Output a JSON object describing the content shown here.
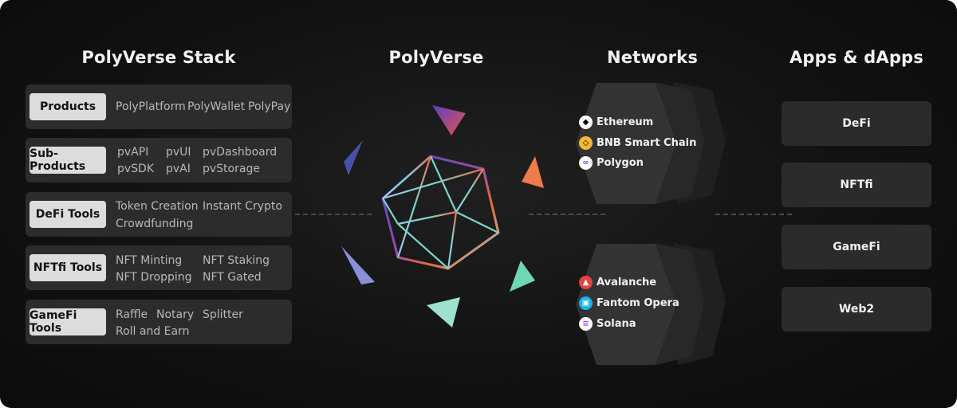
{
  "titles": {
    "stack": "PolyVerse Stack",
    "center": "PolyVerse",
    "networks": "Networks",
    "apps": "Apps & dApps"
  },
  "stack": [
    {
      "tag": "Products",
      "items": [
        "PolyPlatform",
        "PolyWallet",
        "PolyPay"
      ]
    },
    {
      "tag": "Sub-Products",
      "items": [
        "pvAPI",
        "pvUI",
        "pvDashboard",
        "pvSDK",
        "pvAI",
        "pvStorage"
      ]
    },
    {
      "tag": "DeFi Tools",
      "items": [
        "Token Creation",
        "Instant Crypto",
        "Crowdfunding"
      ]
    },
    {
      "tag": "NFTfi Tools",
      "items": [
        "NFT Minting",
        "NFT Staking",
        "NFT Dropping",
        "NFT Gated"
      ]
    },
    {
      "tag": "GameFi Tools",
      "items": [
        "Raffle",
        "Notary",
        "Splitter",
        "Roll and Earn"
      ]
    }
  ],
  "networks": {
    "group1": [
      {
        "name": "Ethereum",
        "icon": "ethereum-icon",
        "color": "#ffffff"
      },
      {
        "name": "BNB Smart Chain",
        "icon": "bnb-icon",
        "color": "#f3ba2f"
      },
      {
        "name": "Polygon",
        "icon": "polygon-icon",
        "color": "#ffffff"
      }
    ],
    "group2": [
      {
        "name": "Avalanche",
        "icon": "avalanche-icon",
        "color": "#e84142"
      },
      {
        "name": "Fantom Opera",
        "icon": "fantom-icon",
        "color": "#13b5ec"
      },
      {
        "name": "Solana",
        "icon": "solana-icon",
        "color": "#ffffff"
      }
    ]
  },
  "apps": [
    "DeFi",
    "NFTfi",
    "GameFi",
    "Web2"
  ],
  "colors": {
    "background": "#111111",
    "panel": "#2c2c2c",
    "tag": "#dcdcdc",
    "text": "#f2f2f2",
    "muted": "#b8b8b8"
  }
}
